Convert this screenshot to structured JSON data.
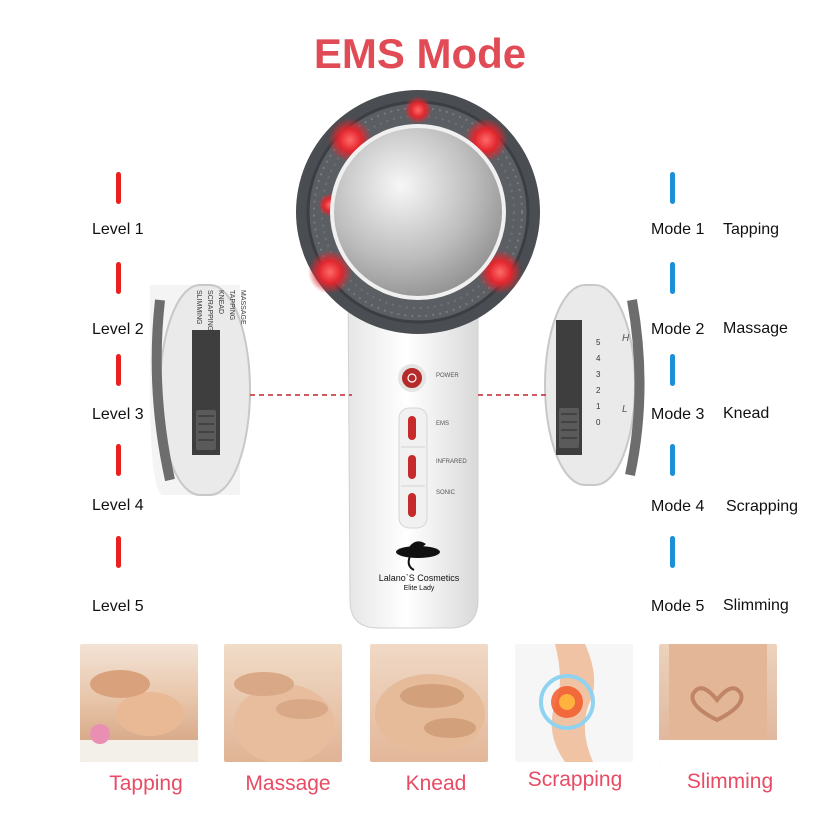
{
  "title": "EMS Mode",
  "levels": [
    "Level 1",
    "Level 2",
    "Level 3",
    "Level 4",
    "Level 5"
  ],
  "modes": [
    {
      "label": "Mode 1",
      "name": "Tapping"
    },
    {
      "label": "Mode 2",
      "name": "Massage"
    },
    {
      "label": "Mode 3",
      "name": "Knead"
    },
    {
      "label": "Mode 4",
      "name": "Scrapping"
    },
    {
      "label": "Mode 5",
      "name": "Slimming"
    }
  ],
  "captions": [
    "Tapping",
    "Massage",
    "Knead",
    "Scrapping",
    "Slimming"
  ],
  "device": {
    "power_label": "POWER",
    "ems_label": "EMS",
    "infrared_label": "INFRARED",
    "sonic_label": "SONIC",
    "brand": "Lalano`S Cosmetics",
    "tagline": "Elite Lady"
  },
  "left_zoom": {
    "labels": [
      "MASSAGE",
      "TAPPING",
      "KNEAD",
      "SCRAPPING",
      "SLIMMING"
    ]
  },
  "right_zoom": {
    "scale": [
      "5",
      "4",
      "3",
      "2",
      "1",
      "0"
    ],
    "high": "H",
    "low": "L"
  },
  "colors": {
    "title": "#e14b55",
    "level_bar": "#e8201f",
    "mode_bar": "#1c8fd6",
    "caption": "#e84b63"
  }
}
